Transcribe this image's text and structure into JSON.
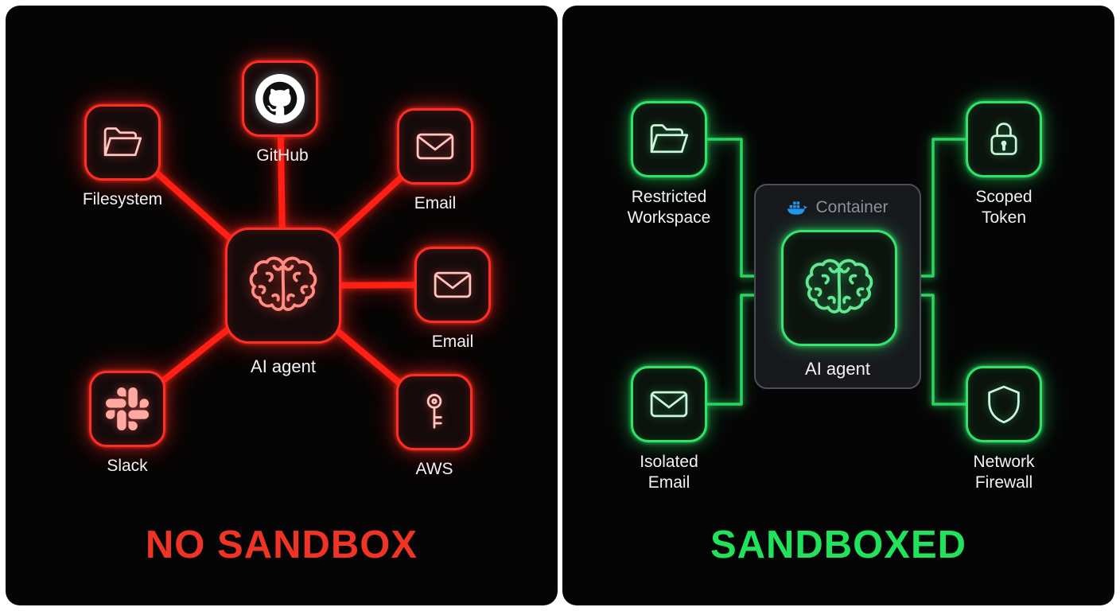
{
  "left_panel": {
    "title": "NO SANDBOX",
    "accent_color": "#ff2e24",
    "title_color": "#ef3425",
    "agent": {
      "label": "AI agent",
      "icon": "brain-icon"
    },
    "nodes": [
      {
        "label": "Filesystem",
        "icon": "folder-icon"
      },
      {
        "label": "GitHub",
        "icon": "github-icon"
      },
      {
        "label": "Email",
        "icon": "envelope-icon"
      },
      {
        "label": "Email",
        "icon": "envelope-icon"
      },
      {
        "label": "AWS",
        "icon": "key-icon"
      },
      {
        "label": "Slack",
        "icon": "slack-icon"
      }
    ]
  },
  "right_panel": {
    "title": "SANDBOXED",
    "accent_color": "#2fe268",
    "title_color": "#21e25b",
    "container": {
      "label": "Container",
      "icon": "docker-icon"
    },
    "agent": {
      "label": "AI agent",
      "icon": "brain-icon"
    },
    "nodes": [
      {
        "label": "Restricted\nWorkspace",
        "icon": "folder-icon"
      },
      {
        "label": "Scoped\nToken",
        "icon": "lock-icon"
      },
      {
        "label": "Isolated\nEmail",
        "icon": "envelope-icon"
      },
      {
        "label": "Network\nFirewall",
        "icon": "shield-icon"
      }
    ]
  }
}
